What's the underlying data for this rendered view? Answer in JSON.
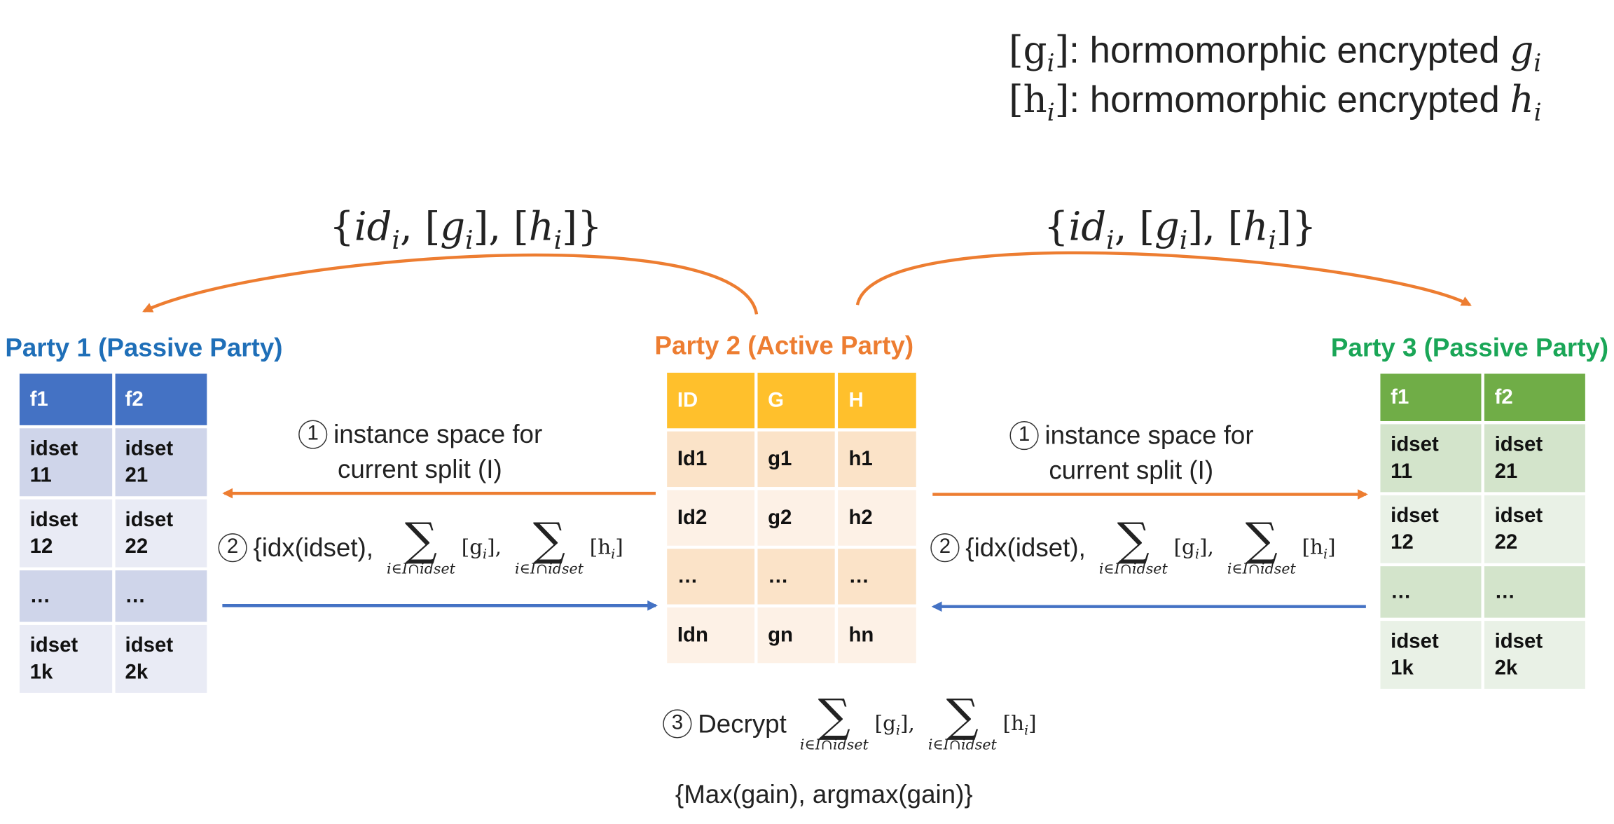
{
  "legend": {
    "line1_sym": "[g",
    "line1_sub": "i",
    "line1_close": "]",
    "line1_text": ": hormomorphic encrypted ",
    "line1_var": "g",
    "line1_var_sub": "i",
    "line2_sym": "[h",
    "line2_sub": "i",
    "line2_close": "]",
    "line2_text": ": hormomorphic encrypted ",
    "line2_var": "h",
    "line2_var_sub": "i"
  },
  "payload": {
    "open": "{",
    "id": "id",
    "sub": "i",
    "mid1": ", [",
    "g": "g",
    "mid2": "], [",
    "h": "h",
    "close": "]}"
  },
  "parties": {
    "p1": {
      "title": "Party 1 (Passive Party)",
      "color": "#1f6fb8",
      "header": [
        "f1",
        "f2"
      ],
      "rows": [
        [
          "idset\n11",
          "idset\n21"
        ],
        [
          "idset\n12",
          "idset\n22"
        ],
        [
          "…",
          "…"
        ],
        [
          "idset\n1k",
          "idset\n2k"
        ]
      ]
    },
    "p2": {
      "title": "Party 2 (Active Party)",
      "color": "#ed7d31",
      "header": [
        "ID",
        "G",
        "H"
      ],
      "rows": [
        [
          "Id1",
          "g1",
          "h1"
        ],
        [
          "Id2",
          "g2",
          "h2"
        ],
        [
          "…",
          "…",
          "…"
        ],
        [
          "Idn",
          "gn",
          "hn"
        ]
      ]
    },
    "p3": {
      "title": "Party 3 (Passive Party)",
      "color": "#1aa657",
      "header": [
        "f1",
        "f2"
      ],
      "rows": [
        [
          "idset\n11",
          "idset\n21"
        ],
        [
          "idset\n12",
          "idset\n22"
        ],
        [
          "…",
          "…"
        ],
        [
          "idset\n1k",
          "idset\n2k"
        ]
      ]
    }
  },
  "steps": {
    "s1_num": "1",
    "s1_line1": "instance space for",
    "s1_line2": "current split (I)",
    "s2_num": "2",
    "s2_text": "{idx(idset),",
    "s3_num": "3",
    "s3_text": "Decrypt",
    "final": "{Max(gain), argmax(gain)}",
    "sum_under": "i∈I∩idset",
    "sum_sym": "∑",
    "g_term": "[g",
    "h_term": "[h",
    "term_sub": "i",
    "term_close": "]",
    "comma": ","
  },
  "colors": {
    "orange_arrow": "#ed7d31",
    "blue_arrow": "#4472c4",
    "p1_header": "#4472c4",
    "p1_row_a": "#cfd5ea",
    "p1_row_b": "#e9ebf5",
    "p2_header": "#ffc02c",
    "p2_row_a": "#fbe3c8",
    "p2_row_b": "#fdf1e6",
    "p3_header": "#70ad47",
    "p3_row_a": "#d3e4cb",
    "p3_row_b": "#e9f1e6"
  }
}
